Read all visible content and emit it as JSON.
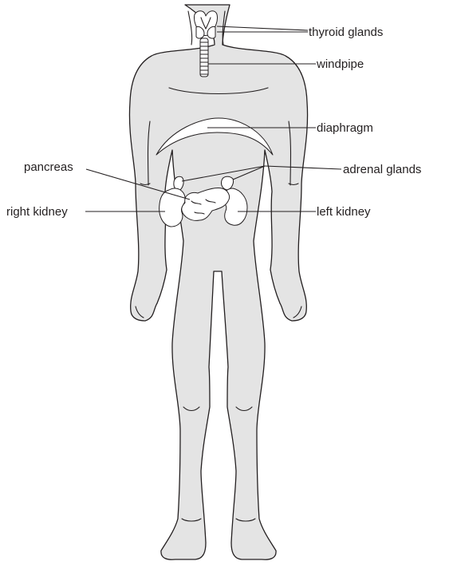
{
  "labels": {
    "thyroid": "thyroid glands",
    "windpipe": "windpipe",
    "diaphragm": "diaphragm",
    "pancreas": "pancreas",
    "adrenal": "adrenal glands",
    "right_kidney": "right kidney",
    "left_kidney": "left kidney"
  },
  "colors": {
    "body_fill": "#e4e4e4",
    "outline": "#231f20",
    "organ_fill": "#ffffff"
  }
}
